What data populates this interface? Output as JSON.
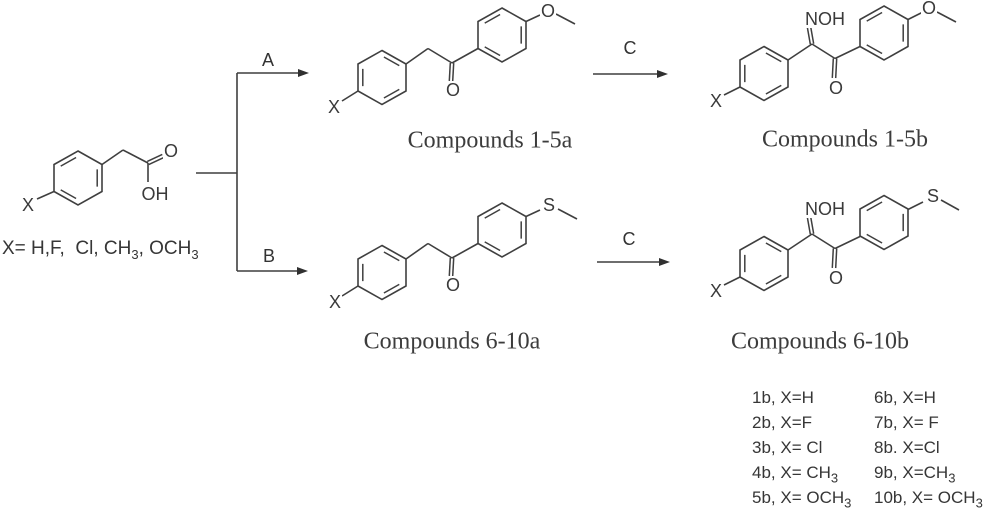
{
  "scheme": {
    "starting_material": {
      "x_label": "X",
      "o_label": "O",
      "oh_label": "OH",
      "substituent_legend": {
        "pre": "X= H,F,  Cl, CH",
        "sub1": "3",
        "mid": ", OCH",
        "sub2": "3"
      }
    },
    "steps": {
      "a": "A",
      "b": "B",
      "c_top": "C",
      "c_bottom": "C"
    },
    "compounds_1_5a": {
      "x_label": "X",
      "carbonyl_o": "O",
      "methoxy_o": "O",
      "caption": "Compounds 1-5a"
    },
    "compounds_6_10a": {
      "x_label": "X",
      "carbonyl_o": "O",
      "thio_s": "S",
      "caption": "Compounds 6-10a"
    },
    "compounds_1_5b": {
      "x_label": "X",
      "oxime": "NOH",
      "carbonyl_o": "O",
      "methoxy_o": "O",
      "caption": "Compounds 1-5b"
    },
    "compounds_6_10b": {
      "x_label": "X",
      "oxime": "NOH",
      "carbonyl_o": "O",
      "thio_s": "S",
      "caption": "Compounds 6-10b"
    },
    "compound_list": {
      "col1": [
        {
          "main": "1b, X=H",
          "sub": ""
        },
        {
          "main": "2b, X=F",
          "sub": ""
        },
        {
          "main": "3b, X= Cl",
          "sub": ""
        },
        {
          "main": "4b, X= CH",
          "sub": "3"
        },
        {
          "main": "5b, X= OCH",
          "sub": "3"
        }
      ],
      "col2": [
        {
          "main": "6b, X=H",
          "sub": ""
        },
        {
          "main": "7b, X= F",
          "sub": ""
        },
        {
          "main": "8b. X=Cl",
          "sub": ""
        },
        {
          "main": "9b, X=CH",
          "sub": "3"
        },
        {
          "main": "10b, X= OCH",
          "sub": "3"
        }
      ]
    }
  }
}
